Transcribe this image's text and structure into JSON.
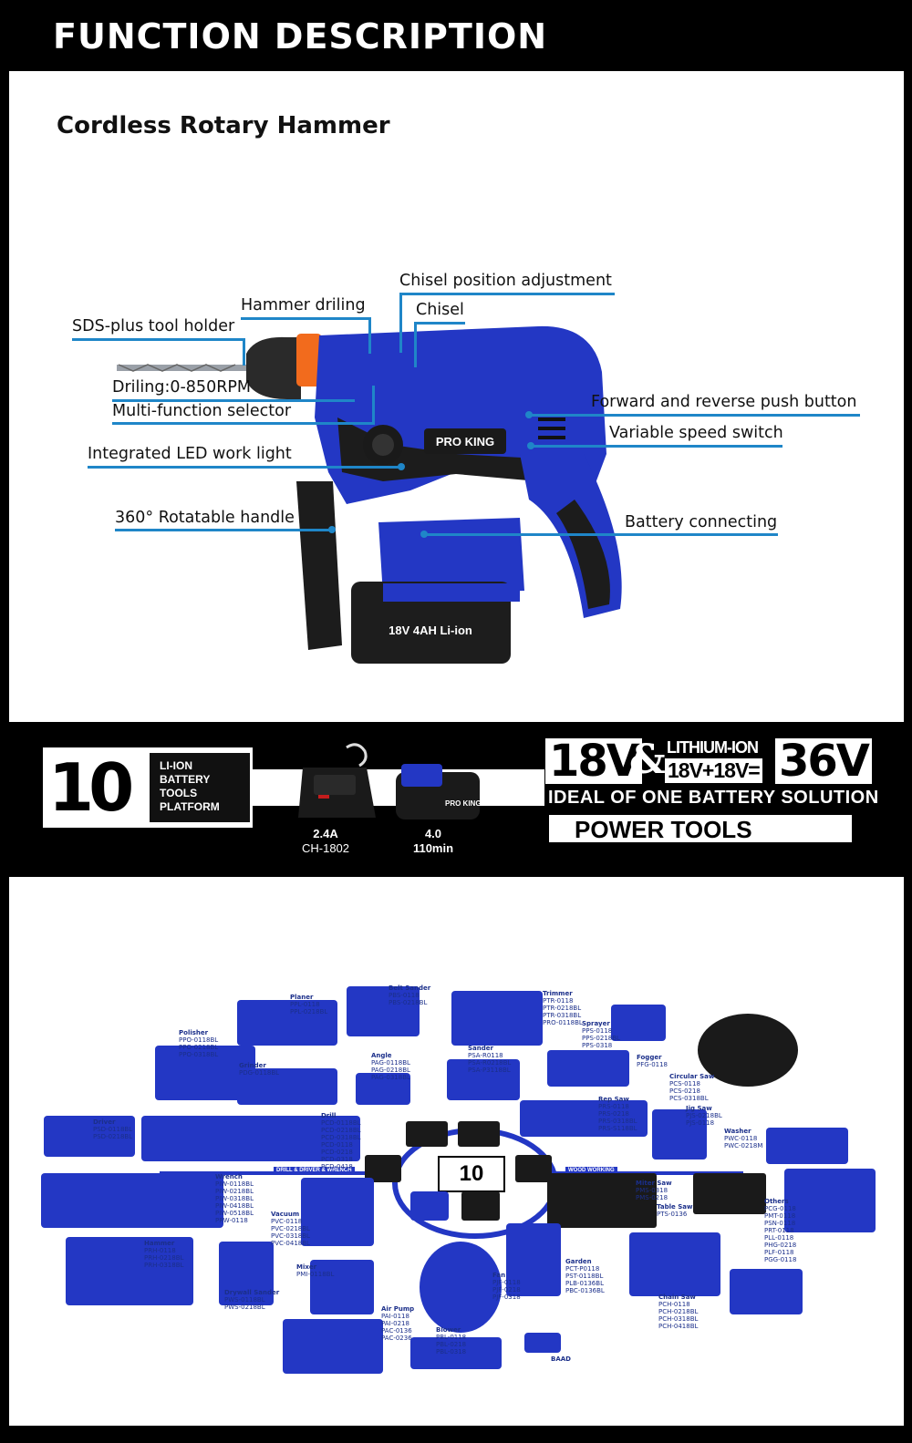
{
  "header": {
    "title": "FUNCTION DESCRIPTION"
  },
  "product": {
    "title": "Cordless Rotary Hammer",
    "brand": "PRO KING",
    "battery_label": "18V 4AH Li-ion",
    "labels": {
      "chisel_adjust": "Chisel position adjustment",
      "hammer_drilling": "Hammer driling",
      "chisel": "Chisel",
      "sds_holder": "SDS-plus tool holder",
      "drilling_rpm": "Driling:0-850RPM",
      "selector": "Multi-function selector",
      "led": "Integrated LED work light",
      "handle": "360° Rotatable handle",
      "fwd_rev": "Forward and reverse push button",
      "speed_switch": "Variable speed switch",
      "battery_conn": "Battery connecting"
    }
  },
  "platform": {
    "logo_number": "10",
    "logo_lines": [
      "LI-ION",
      "BATTERY",
      "TOOLS",
      "PLATFORM"
    ],
    "charger": {
      "amp": "2.4A",
      "model": "CH-1802"
    },
    "battery": {
      "ah": "4.0",
      "time": "110min"
    },
    "v18": "18V",
    "amp": "&",
    "lithium": "LITHIUM-ION",
    "equation": "18V+18V=",
    "v36": "36V",
    "ideal": "IDEAL OF ONE BATTERY SOLUTION",
    "power_tools": "POWER TOOLS"
  },
  "catalog": {
    "center": {
      "left": "DRILL & DRIVER & WRENCH",
      "right": "WOOD WORKING",
      "logo": "10"
    },
    "categories": [
      {
        "name": "Planer",
        "models": "PPL-0118\nPPL-0218BL"
      },
      {
        "name": "Belt Sander",
        "models": "PBS-0118\nPBS-0218BL"
      },
      {
        "name": "Trimmer",
        "models": "PTR-0118\nPTR-0218BL\nPTR-0318BL\nPRO-0118BL"
      },
      {
        "name": "Polisher",
        "models": "PPO-0118BL\nPPO-0218BL\nPPO-0318BL"
      },
      {
        "name": "Sprayer",
        "models": "PPS-0118\nPPS-0218BL\nPPS-0318"
      },
      {
        "name": "Grinder",
        "models": "PDG-0118BL"
      },
      {
        "name": "Angle",
        "models": "PAG-0118BL\nPAG-0218BL\nPAG-0318BL"
      },
      {
        "name": "Sander",
        "models": "PSA-R0118\nPSA-R0218BL\nPSA-P3118BL"
      },
      {
        "name": "Fogger",
        "models": "PFG-0118"
      },
      {
        "name": "Circular Saw",
        "models": "PCS-0118\nPCS-0218\nPCS-0318BL"
      },
      {
        "name": "Rep Saw",
        "models": "PRS-0118\nPRS-0218\nPRS-0318BL\nPRS-S118BL"
      },
      {
        "name": "Jig Saw",
        "models": "PJS-0218BL\nPJS-0118"
      },
      {
        "name": "Driver",
        "models": "PSD-0118BL\nPSD-0218BL"
      },
      {
        "name": "Drill",
        "models": "PCD-0118BL\nPCD-0218BL\nPCD-0318BL\nPCD-0118\nPCD-0218\nPCD-0318\nPCD-0418"
      },
      {
        "name": "Washer",
        "models": "PWC-0118\nPWC-0218M"
      },
      {
        "name": "Wrench",
        "models": "PIW-0118BL\nPIW-0218BL\nPIW-0318BL\nPIW-0418BL\nPIW-0518BL\nPRW-0118"
      },
      {
        "name": "Miter Saw",
        "models": "PMS-0318\nPMS-0218"
      },
      {
        "name": "Table Saw",
        "models": "PTS-0136"
      },
      {
        "name": "Others",
        "models": "PCG-0118\nPMT-0118\nPSN-0118\nPRT-0118\nPLL-0118\nPHG-0218\nPLF-0118\nPGG-0118"
      },
      {
        "name": "Vacuum",
        "models": "PVC-0118\nPVC-0218BL\nPVC-0318BL\nPVC-0418BL"
      },
      {
        "name": "Hammer",
        "models": "PRH-0118\nPRH-0218BL\nPRH-0318BL"
      },
      {
        "name": "Mixer",
        "models": "PMI-0118BL"
      },
      {
        "name": "Garden",
        "models": "PCT-P0118\nPST-0118BL\nPLB-0136BL\nPBC-0136BL"
      },
      {
        "name": "Fan",
        "models": "PJF-0118\nPJF-0218\nPJF-0318"
      },
      {
        "name": "Drywall Sander",
        "models": "PWS-0118BL\nPWS-0218BL"
      },
      {
        "name": "Chain Saw",
        "models": "PCH-0118\nPCH-0218BL\nPCH-0318BL\nPCH-0418BL"
      },
      {
        "name": "Air Pump",
        "models": "PAI-0118\nPAI-0218\nPAC-0136\nPAC-0236"
      },
      {
        "name": "Blower",
        "models": "PBL-0118\nPBL-0218\nPBL-0318"
      },
      {
        "name": "BAAD",
        "models": ""
      }
    ]
  },
  "colors": {
    "accent_blue": "#1f86c8",
    "tool_blue": "#2337c4",
    "orange": "#f26b1d"
  }
}
